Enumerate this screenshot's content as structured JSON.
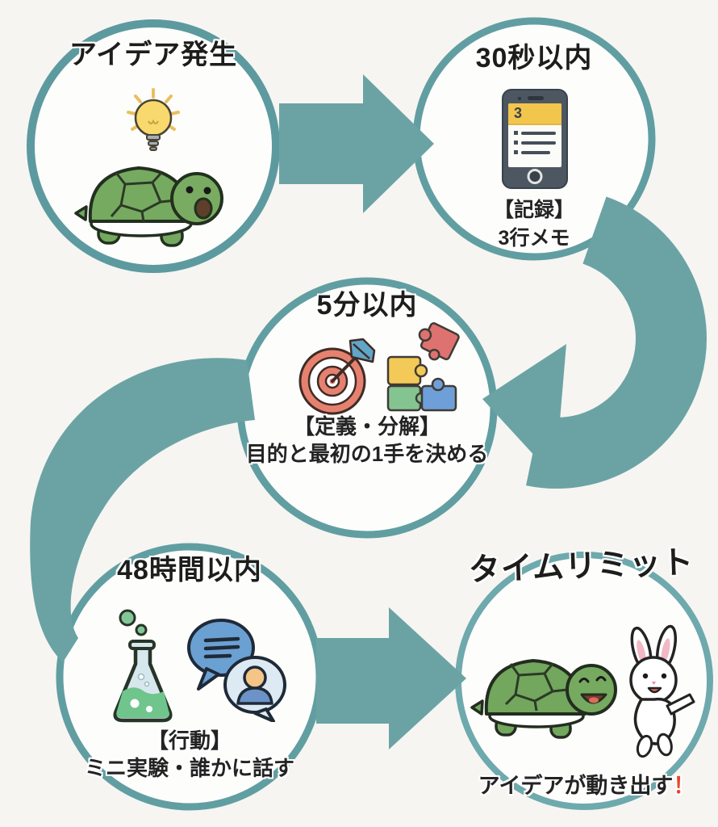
{
  "diagram": {
    "background_color": "#f6f5f2",
    "accent_color": "#6ba3a4",
    "ring_color": "#619ea2",
    "title_color": "#1d1d1b",
    "exclamation_color": "#e8462e",
    "steps": [
      {
        "title": "アイデア発生",
        "icons": [
          "lightbulb-icon",
          "turtle-icon"
        ]
      },
      {
        "title": "30秒以内",
        "badge": "3",
        "caption_line1": "【記録】",
        "caption_line2": "3行メモ",
        "icons": [
          "smartphone-memo-icon"
        ]
      },
      {
        "title": "5分以内",
        "caption_line1": "【定義・分解】",
        "caption_line2": "目的と最初の1手を決める",
        "icons": [
          "target-icon",
          "puzzle-icon"
        ]
      },
      {
        "title": "48時間以内",
        "caption_line1": "【行動】",
        "caption_line2": "ミニ実験・誰かに話す",
        "icons": [
          "flask-icon",
          "chat-bubbles-icon"
        ]
      },
      {
        "title": "タイムリミット",
        "caption_line1": "アイデアが動き出す",
        "caption_exclamation": "！",
        "icons": [
          "turtle-rabbit-icon"
        ]
      }
    ]
  }
}
